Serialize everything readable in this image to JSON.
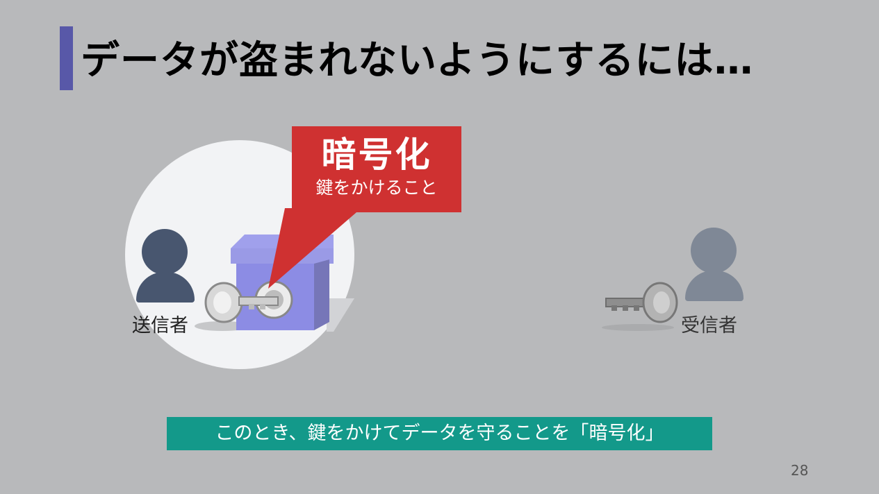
{
  "slide": {
    "title": "データが盗まれないようにするには…",
    "page_number": "28"
  },
  "callout": {
    "heading": "暗号化",
    "subtext": "鍵をかけること"
  },
  "sender": {
    "label": "送信者"
  },
  "receiver": {
    "label": "受信者"
  },
  "caption": "このとき、鍵をかけてデータを守ることを「暗号化」",
  "colors": {
    "background": "#b8b9bb",
    "title_accent": "#5858a8",
    "callout": "#cf3131",
    "caption": "#13998a",
    "box": "#9292e0"
  },
  "icons": [
    "person-icon",
    "key-icon",
    "box-icon"
  ]
}
